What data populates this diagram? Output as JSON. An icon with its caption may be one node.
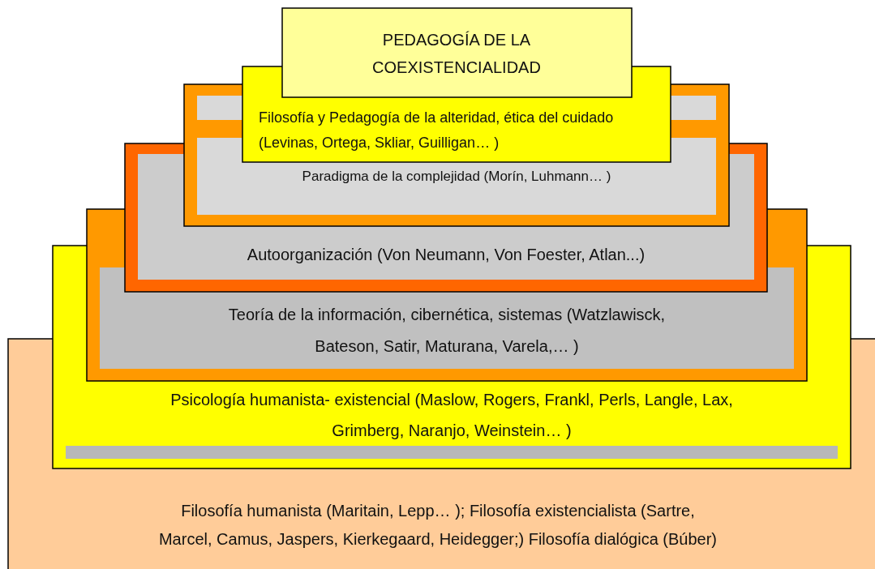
{
  "diagram": {
    "nodes": [
      {
        "text": [
          "PEDAGOGÍA DE LA COEXISTENCIALIDAD"
        ]
      },
      {
        "text": [
          "Filosofía y Pedagogía de la alteridad, ética del cuidado  (Levinas, Ortega, Skliar, Guilligan… )"
        ]
      },
      {
        "text": [
          "Paradigma de la complejidad (Morín, Luhmann… )"
        ]
      },
      {
        "text": [
          "Autoorganización (Von Neumann, Von Foester, Atlan...)"
        ]
      },
      {
        "text": [
          "Teoría de la información, cibernética, sistemas (Watzlawisck, Bateson, Satir, Maturana, Varela,… )"
        ]
      },
      {
        "text": [
          "Psicología humanista- existencial (Maslow, Rogers, Frankl, Perls, Langle, Lax, Grimberg, Naranjo, Weinstein… )"
        ]
      },
      {
        "text": [
          "Filosofía humanista (Maritain, Lepp… ); Filosofía existencialista (Sartre, Marcel, Camus, Jaspers, Kierkegaard, Heidegger;) Filosofía dialógica (Búber)"
        ]
      }
    ]
  }
}
